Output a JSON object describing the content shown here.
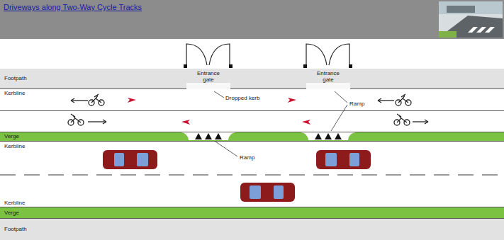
{
  "diagram": {
    "title": "Driveways along Two-Way Cycle Tracks",
    "nodes": [
      {
        "text": [
          "Footpath"
        ]
      },
      {
        "text": [
          "Verge"
        ]
      },
      {
        "text": [
          "Verge"
        ]
      },
      {
        "text": [
          "Footpath"
        ]
      }
    ],
    "labels": [
      "Kerbline",
      "Entrance gate",
      "Entrance gate",
      "Dropped kerb",
      "Ramp",
      "Kerbline",
      "Ramp",
      "Kerbline"
    ]
  }
}
